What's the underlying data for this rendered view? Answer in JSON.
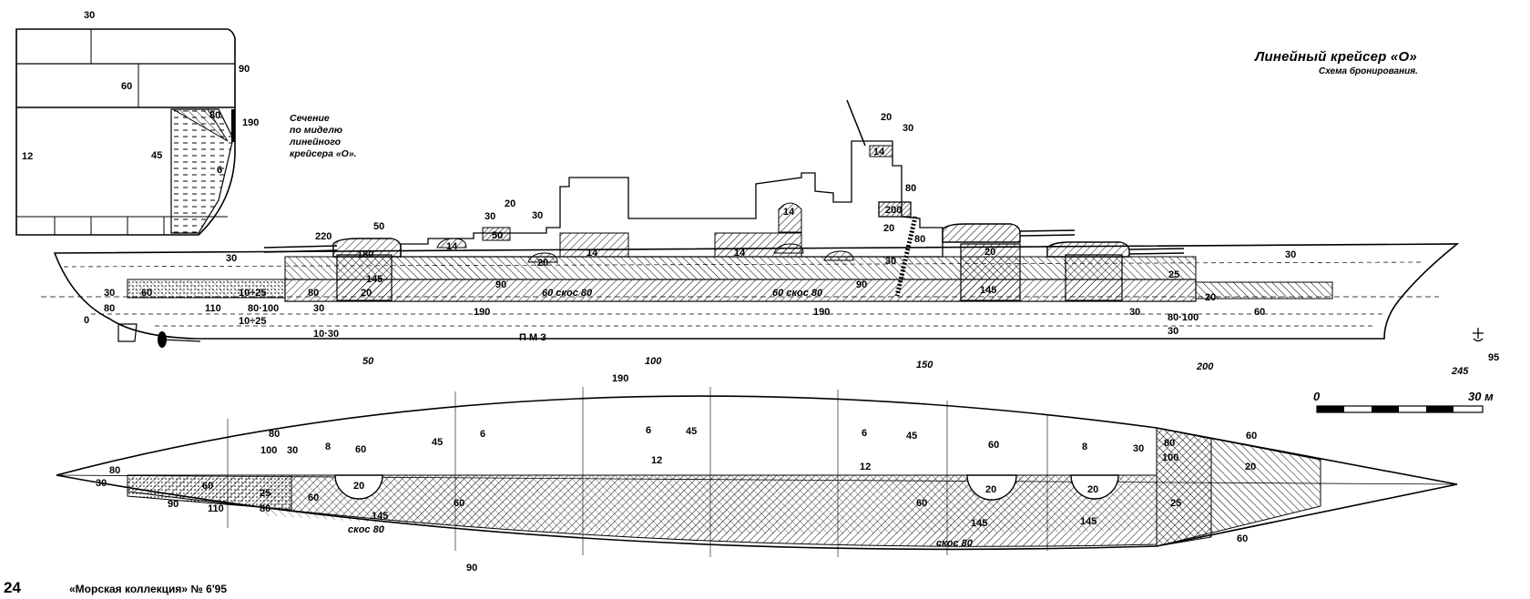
{
  "title": "Линейный крейсер «О»",
  "subtitle": "Схема бронирования.",
  "section_caption": [
    "Сечение",
    "по миделю",
    "линейного",
    "крейсера «О»."
  ],
  "footer": {
    "page": "24",
    "journal": "«Морская коллекция» № 6'95"
  },
  "scale_bar": {
    "start": "0",
    "end": "30 м"
  },
  "frame_scale": [
    "50",
    "100",
    "150",
    "200",
    "245"
  ],
  "section_labels": [
    "30",
    "90",
    "60",
    "80",
    "190",
    "12",
    "45",
    "6"
  ],
  "profile_labels": [
    "30",
    "220",
    "50",
    "180",
    "145",
    "20",
    "90",
    "60 скос 80",
    "60 скос 80",
    "190",
    "190",
    "90",
    "80",
    "30",
    "60",
    "80",
    "110",
    "80·100",
    "10÷25",
    "10÷25",
    "30",
    "10·30",
    "П  М  З",
    "20",
    "30",
    "50",
    "14",
    "14",
    "14",
    "14",
    "20",
    "30",
    "20",
    "30",
    "14",
    "80",
    "200",
    "20",
    "80",
    "30",
    "20",
    "145",
    "25",
    "20",
    "30",
    "80·100",
    "30",
    "60",
    "30",
    "0",
    "95"
  ],
  "plan_labels": [
    "190",
    "80",
    "100",
    "30",
    "8",
    "60",
    "45",
    "6",
    "6",
    "45",
    "6",
    "45",
    "60",
    "8",
    "30",
    "80",
    "100",
    "60",
    "20",
    "12",
    "12",
    "20",
    "20",
    "20",
    "30",
    "80",
    "60",
    "25",
    "60",
    "110",
    "80",
    "145",
    "145",
    "145",
    "скос 80",
    "скос 80",
    "60",
    "60",
    "25",
    "60",
    "90"
  ],
  "colors": {
    "ink": "#000000",
    "paper": "#ffffff"
  }
}
